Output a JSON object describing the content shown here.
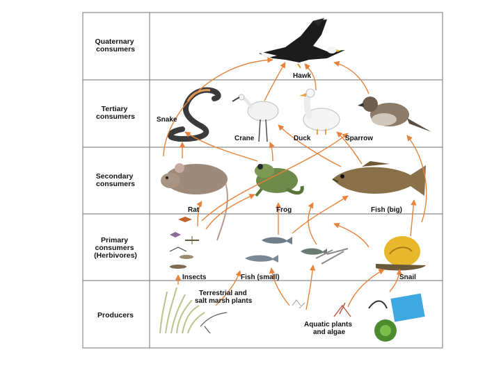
{
  "levels": [
    {
      "id": "quaternary",
      "lines": [
        "Quaternary",
        "consumers"
      ]
    },
    {
      "id": "tertiary",
      "lines": [
        "Tertiary",
        "consumers"
      ]
    },
    {
      "id": "secondary",
      "lines": [
        "Secondary",
        "consumers"
      ]
    },
    {
      "id": "primary",
      "lines": [
        "Primary",
        "consumers",
        "(Herbivores)"
      ]
    },
    {
      "id": "producers",
      "lines": [
        "Producers"
      ]
    }
  ],
  "organisms": {
    "hawk": "Hawk",
    "snake": "Snake",
    "crane": "Crane",
    "duck": "Duck",
    "sparrow": "Sparrow",
    "rat": "Rat",
    "frog": "Frog",
    "fish_big": "Fish (big)",
    "insects": "Insects",
    "fish_small": "Fish (small)",
    "snail": "Snail",
    "terrestrial_plants": [
      "Terrestrial and",
      "salt marsh plants"
    ],
    "aquatic_plants": [
      "Aquatic plants",
      "and algae"
    ]
  },
  "colors": {
    "arrow": "#e8823a",
    "grid": "#8a8a8a"
  }
}
